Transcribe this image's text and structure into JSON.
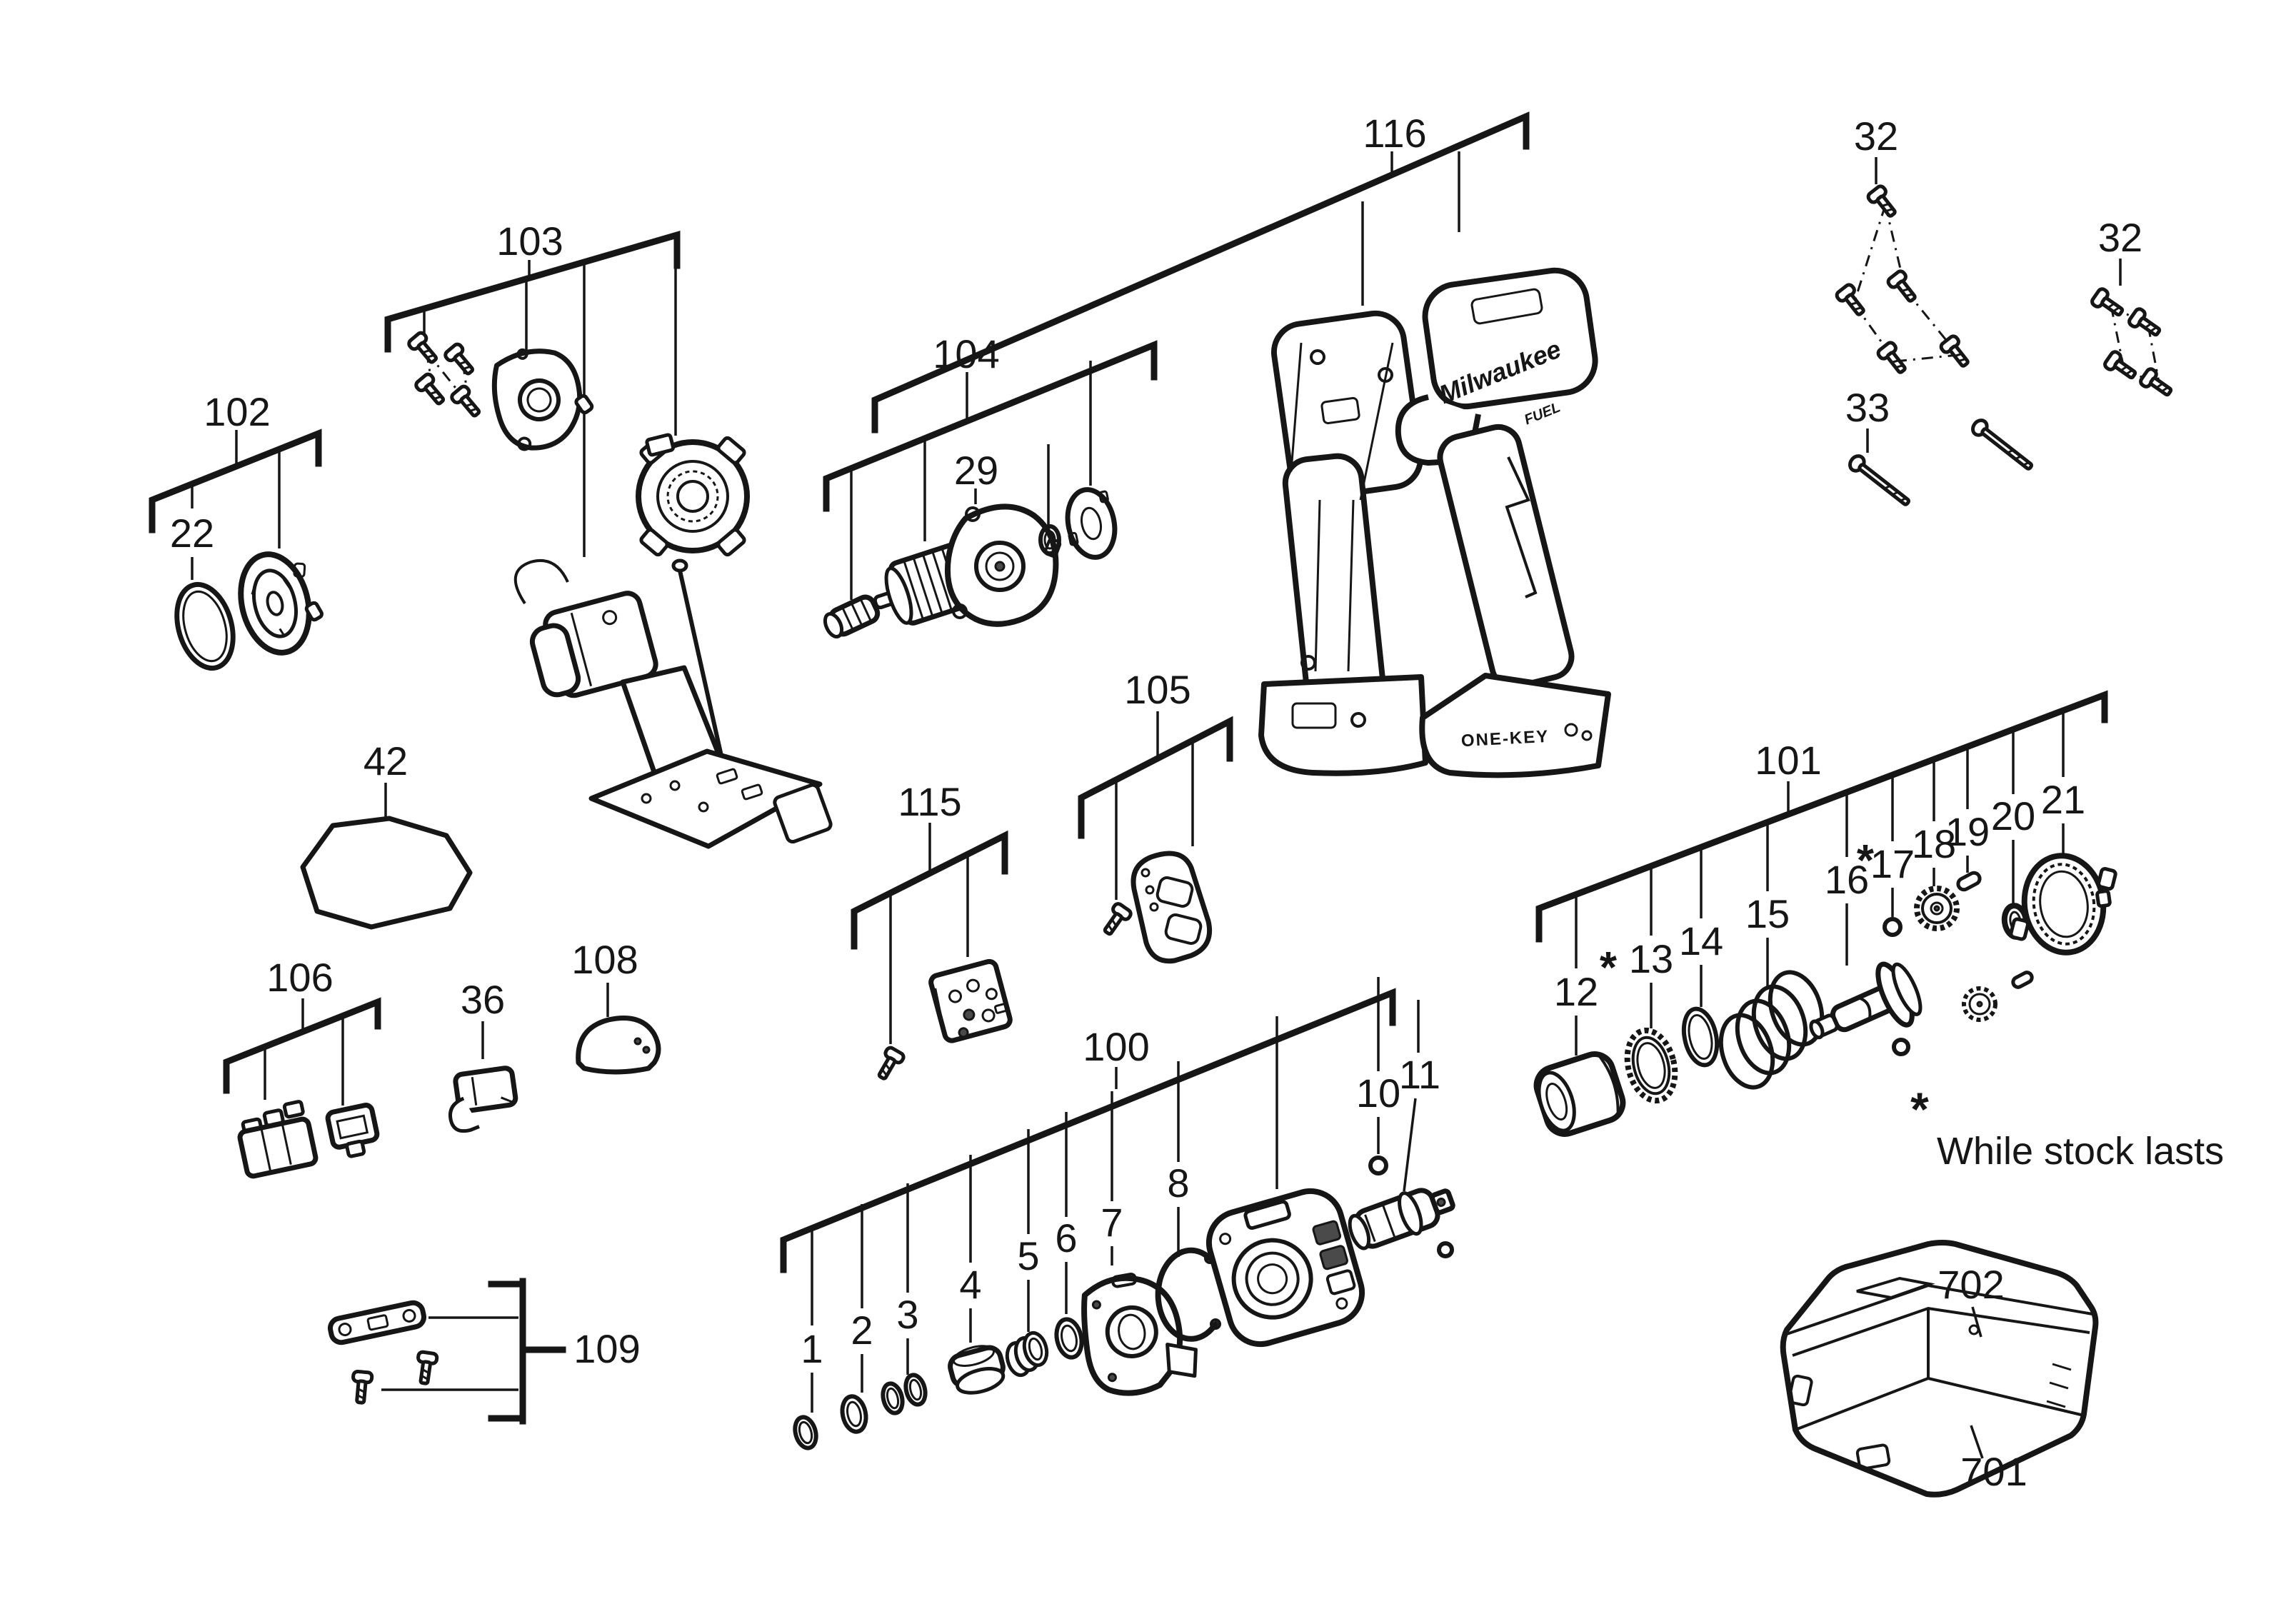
{
  "diagram": {
    "kind": "exploded-parts-diagram",
    "subject": "cordless impact driver service parts",
    "background_color": "#ffffff",
    "line_color": "#161616"
  },
  "callouts": {
    "a102": "102",
    "p22": "22",
    "a103": "103",
    "p42": "42",
    "a104": "104",
    "p29": "29",
    "a105": "105",
    "a115": "115",
    "a116": "116",
    "s32a": "32",
    "s32b": "32",
    "s33": "33",
    "a106": "106",
    "p36": "36",
    "p108": "108",
    "a109": "109",
    "a100": "100",
    "n1": "1",
    "n2": "2",
    "n3": "3",
    "n4": "4",
    "n5": "5",
    "n6": "6",
    "n7": "7",
    "n8": "8",
    "n10": "10",
    "n11": "11",
    "a101": "101",
    "n12": "12",
    "star12": "*",
    "n13": "13",
    "n14": "14",
    "n15": "15",
    "n16": "16",
    "star16": "*",
    "n17": "17",
    "n18": "18",
    "n19": "19",
    "n20": "20",
    "n21": "21",
    "p702": "702",
    "p701": "701"
  },
  "footnote": {
    "symbol": "*",
    "text": "While stock lasts"
  },
  "branding": {
    "logo": "Milwaukee",
    "fuel": "FUEL",
    "onekey": "ONE-KEY"
  }
}
